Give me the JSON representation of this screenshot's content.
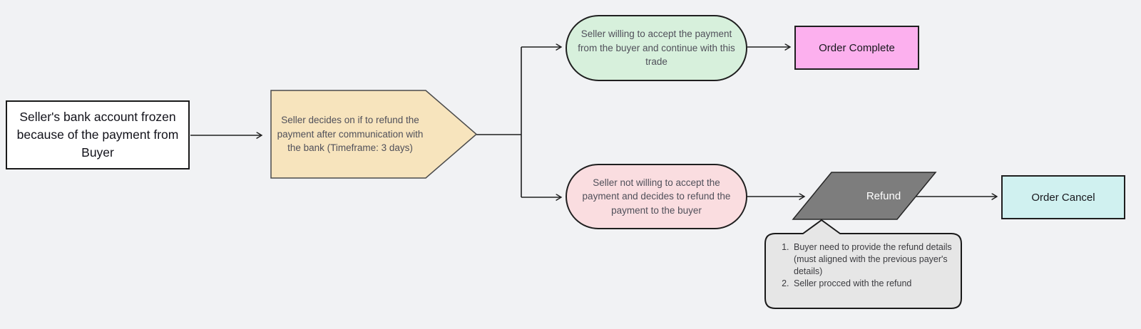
{
  "flowchart": {
    "background_color": "#f1f2f4",
    "connector_color": "#1f1f1f",
    "nodes": {
      "start": {
        "label": "Seller's bank account frozen because of the payment from Buyer",
        "fill": "#ffffff",
        "shape": "rectangle"
      },
      "decision": {
        "label": "Seller decides on if to refund the payment after communication with the bank (Timeframe: 3 days)",
        "fill": "#f7e4bd",
        "shape": "pentagon-right"
      },
      "accept": {
        "label": "Seller willing to accept the payment from the buyer and continue with this trade",
        "fill": "#d7f0dc",
        "shape": "pill"
      },
      "order_complete": {
        "label": "Order Complete",
        "fill": "#fcb0ee",
        "shape": "rectangle"
      },
      "reject": {
        "label": "Seller not willing to accept the payment and decides to refund the payment to the buyer",
        "fill": "#fadde0",
        "shape": "pill"
      },
      "refund": {
        "label": "Refund",
        "fill": "#7d7d7d",
        "shape": "parallelogram"
      },
      "order_cancel": {
        "label": "Order Cancel",
        "fill": "#d0f1f0",
        "shape": "rectangle"
      },
      "refund_note": {
        "shape": "callout-bubble",
        "fill": "#e6e6e6",
        "items": [
          "Buyer need to provide the refund details (must aligned with the previous payer's details)",
          "Seller procced with the refund"
        ]
      }
    }
  }
}
